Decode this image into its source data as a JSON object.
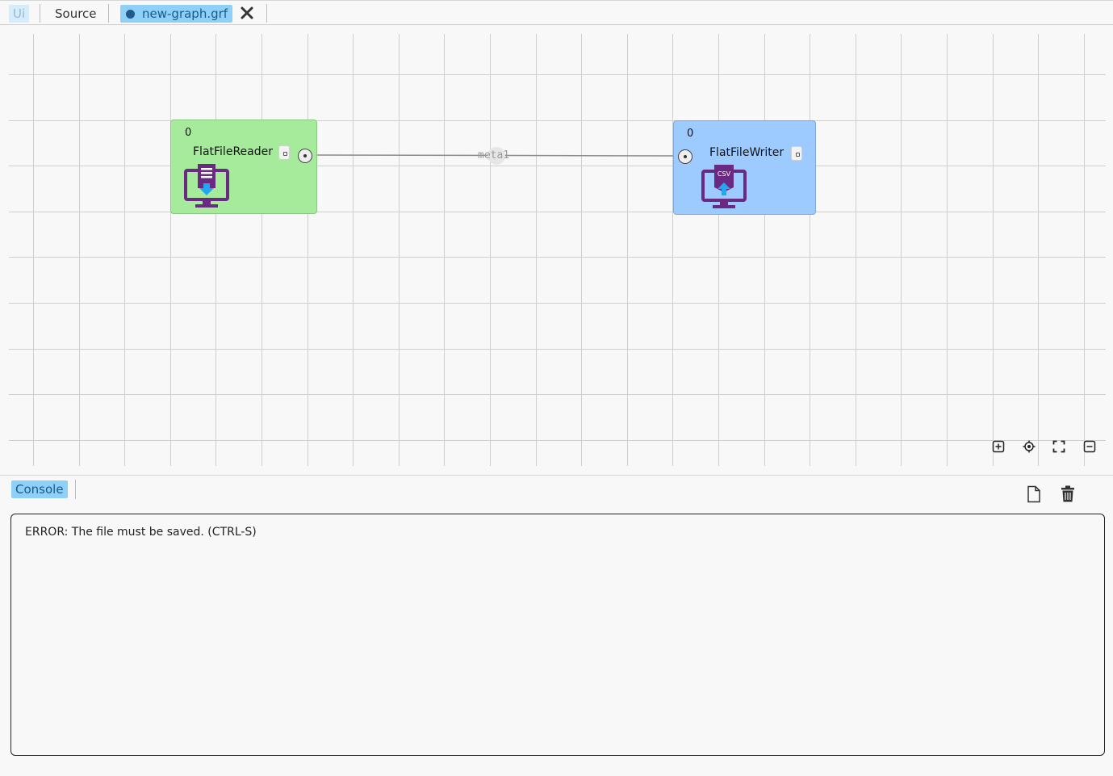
{
  "tabs": {
    "ui_label": "Ui",
    "source_label": "Source",
    "file_label": "new-graph.grf"
  },
  "graph": {
    "nodes": [
      {
        "id": "reader",
        "count": "0",
        "title": "FlatFileReader",
        "icon": "file-download-monitor-icon",
        "color": "#a6eb9b"
      },
      {
        "id": "writer",
        "count": "0",
        "title": "FlatFileWriter",
        "icon": "csv-upload-monitor-icon",
        "color": "#9ecbff"
      }
    ],
    "edge": {
      "label": "meta1",
      "from": "FlatFileReader",
      "to": "FlatFileWriter"
    },
    "writer_icon_text": "CSV",
    "controls": [
      "zoom-in-icon",
      "center-icon",
      "fit-screen-icon",
      "zoom-out-icon"
    ]
  },
  "console": {
    "tab_label": "Console",
    "message": "ERROR: The file must be saved. (CTRL-S)",
    "actions": [
      "new-file-icon",
      "trash-icon"
    ]
  },
  "colors": {
    "accent_tab": "#8fd0f8",
    "reader_node": "#a6eb9b",
    "writer_node": "#9ecbff",
    "icon_purple": "#6b2a82",
    "icon_arrow_blue": "#22a7f0"
  }
}
